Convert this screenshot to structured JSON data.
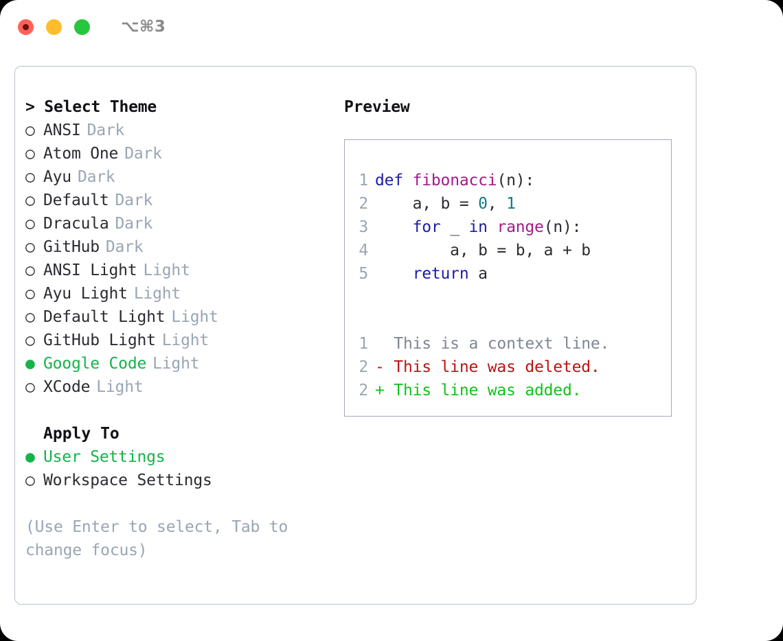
{
  "titlebar": {
    "shortcut": "⌥⌘3",
    "buttons": [
      {
        "name": "close",
        "color": "#ff6159"
      },
      {
        "name": "minimize",
        "color": "#ffbd2e"
      },
      {
        "name": "maximize",
        "color": "#26c63f"
      }
    ]
  },
  "left": {
    "header": "> Select Theme",
    "themes": [
      {
        "bullet": "○",
        "label": "ANSI",
        "badge": "Dark",
        "selected": false
      },
      {
        "bullet": "○",
        "label": "Atom One",
        "badge": "Dark",
        "selected": false
      },
      {
        "bullet": "○",
        "label": "Ayu",
        "badge": "Dark",
        "selected": false
      },
      {
        "bullet": "○",
        "label": "Default",
        "badge": "Dark",
        "selected": false
      },
      {
        "bullet": "○",
        "label": "Dracula",
        "badge": "Dark",
        "selected": false
      },
      {
        "bullet": "○",
        "label": "GitHub",
        "badge": "Dark",
        "selected": false
      },
      {
        "bullet": "○",
        "label": "ANSI Light",
        "badge": "Light",
        "selected": false
      },
      {
        "bullet": "○",
        "label": "Ayu Light",
        "badge": "Light",
        "selected": false
      },
      {
        "bullet": "○",
        "label": "Default Light",
        "badge": "Light",
        "selected": false
      },
      {
        "bullet": "○",
        "label": "GitHub Light",
        "badge": "Light",
        "selected": false
      },
      {
        "bullet": "●",
        "label": "Google Code",
        "badge": "Light",
        "selected": true
      },
      {
        "bullet": "○",
        "label": "XCode",
        "badge": "Light",
        "selected": false
      }
    ],
    "apply_to_title": "Apply To",
    "apply_to": [
      {
        "bullet": "●",
        "label": "User Settings",
        "selected": true
      },
      {
        "bullet": "○",
        "label": "Workspace Settings",
        "selected": false
      }
    ],
    "hint": "(Use Enter to select, Tab to change focus)"
  },
  "right": {
    "title": "Preview",
    "code_lines": [
      {
        "num": "1",
        "tokens": [
          {
            "t": "def",
            "c": "kw"
          },
          {
            "t": " ",
            "c": "plain"
          },
          {
            "t": "fibonacci",
            "c": "fn"
          },
          {
            "t": "(n):",
            "c": "plain"
          }
        ]
      },
      {
        "num": "2",
        "tokens": [
          {
            "t": "    a, b = ",
            "c": "plain"
          },
          {
            "t": "0",
            "c": "num"
          },
          {
            "t": ", ",
            "c": "plain"
          },
          {
            "t": "1",
            "c": "num"
          }
        ]
      },
      {
        "num": "3",
        "tokens": [
          {
            "t": "    ",
            "c": "plain"
          },
          {
            "t": "for",
            "c": "kw"
          },
          {
            "t": " _ ",
            "c": "plain"
          },
          {
            "t": "in",
            "c": "kw"
          },
          {
            "t": " ",
            "c": "plain"
          },
          {
            "t": "range",
            "c": "fn"
          },
          {
            "t": "(n):",
            "c": "plain"
          }
        ]
      },
      {
        "num": "4",
        "tokens": [
          {
            "t": "        a, b = b, a + b",
            "c": "plain"
          }
        ]
      },
      {
        "num": "5",
        "tokens": [
          {
            "t": "    ",
            "c": "plain"
          },
          {
            "t": "return",
            "c": "kw"
          },
          {
            "t": " a",
            "c": "plain"
          }
        ]
      }
    ],
    "diff_lines": [
      {
        "num": "1",
        "marker": " ",
        "text": " This is a context line.",
        "kind": "diff-ctx"
      },
      {
        "num": "2",
        "marker": "-",
        "text": " This line was deleted.",
        "kind": "diff-del"
      },
      {
        "num": "2",
        "marker": "+",
        "text": " This line was added.",
        "kind": "diff-add"
      }
    ]
  },
  "colors": {
    "accent_green": "#16b34a",
    "badge_gray": "#9aa5b4",
    "text": "#2b2b33",
    "border": "#b9c0cc",
    "preview_border": "#a0a8b8",
    "keyword": "#1c1ca8",
    "function": "#a31a8c",
    "number": "#0b7a84",
    "diff_add": "#11c21b",
    "diff_del": "#bb1414",
    "diff_ctx": "#7f8794"
  }
}
